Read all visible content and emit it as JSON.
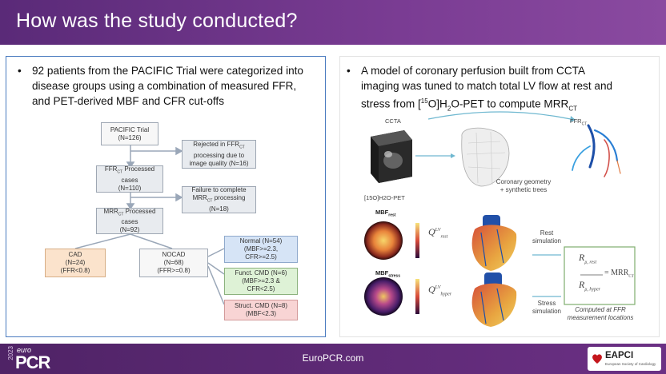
{
  "header": {
    "title": "How was the study conducted?"
  },
  "left_panel": {
    "bullet": "92 patients from the PACIFIC Trial were categorized into disease groups using a combination of measured FFR, and PET-derived MBF and CFR cut-offs",
    "flowchart": {
      "trial": {
        "label": "PACIFIC Trial",
        "count": "(N=126)"
      },
      "rejected": {
        "line1": "Rejected in FFR",
        "sub1": "CT",
        "line2": "processing due to",
        "line3": "image quality (N=16)"
      },
      "ffr_processed": {
        "line1": "FFR",
        "sub1": "CT",
        "line1b": " Processed",
        "line2": "cases",
        "line3": "(N=110)"
      },
      "failure": {
        "line1": "Failure to complete",
        "line2a": "MRR",
        "sub2": "CT",
        "line2b": " processing",
        "line3": "(N=18)"
      },
      "mrr_processed": {
        "line1a": "MRR",
        "sub1": "CT",
        "line1b": " Processed",
        "line2": "cases",
        "line3": "(N=92)"
      },
      "cad": {
        "line1": "CAD",
        "line2": "(N=24)",
        "line3": "(FFR<0.8)"
      },
      "nocad": {
        "line1": "NOCAD",
        "line2": "(N=68)",
        "line3": "(FFR>=0.8)"
      },
      "normal": {
        "line1": "Normal (N=54)",
        "line2": "(MBF>=2.3,",
        "line3": "CFR>=2.5)"
      },
      "funct": {
        "line1": "Funct. CMD (N=6)",
        "line2": "(MBF>=2.3 &",
        "line3": "CFR<2.5)"
      },
      "struct": {
        "line1": "Struct. CMD (N=8)",
        "line2": "(MBF<2.3)"
      }
    }
  },
  "right_panel": {
    "bullet_line1": "A model of coronary perfusion built from CCTA",
    "bullet_line2": "imaging was tuned to match total LV flow at rest and",
    "bullet_line3a": "stress from [",
    "bullet_sup": "15",
    "bullet_line3b": "O]H",
    "bullet_sub": "2",
    "bullet_line3c": "O-PET to compute MRR",
    "bullet_sub2": "CT",
    "figure": {
      "ccta": "CCTA",
      "ffr": "FFR",
      "ffr_sub": "CT",
      "geometry": "Coronary geometry",
      "trees": "+ synthetic trees",
      "pet": "[15O]H2O-PET",
      "mbf_rest": "MBF",
      "mbf_rest_sub": "rest",
      "mbf_stress": "MBF",
      "mbf_stress_sub": "stress",
      "q_rest": "Q",
      "q_rest_sup": "LV",
      "q_rest_sub": "rest",
      "q_hyper": "Q",
      "q_hyper_sup": "LV",
      "q_hyper_sub": "hyper",
      "rest_sim_1": "Rest",
      "rest_sim_2": "simulation",
      "stress_sim_1": "Stress",
      "stress_sim_2": "simulation",
      "r_rest": "R",
      "r_rest_sub": "μ, rest",
      "mrr": "= MRR",
      "mrr_sub": "CT",
      "r_hyper": "R",
      "r_hyper_sub": "μ, hyper",
      "computed_1": "Computed at FFR",
      "computed_2": "measurement locations"
    }
  },
  "footer": {
    "url": "EuroPCR.com",
    "year": "2023",
    "euro": "euro",
    "pcr": "PCR",
    "eapci": "EAPCI",
    "eapci_sub": "European Society of Cardiology"
  },
  "colors": {
    "title_bar": "#6b3084",
    "panel_border": "#4a7bbf",
    "footer": "#5a2a78"
  }
}
